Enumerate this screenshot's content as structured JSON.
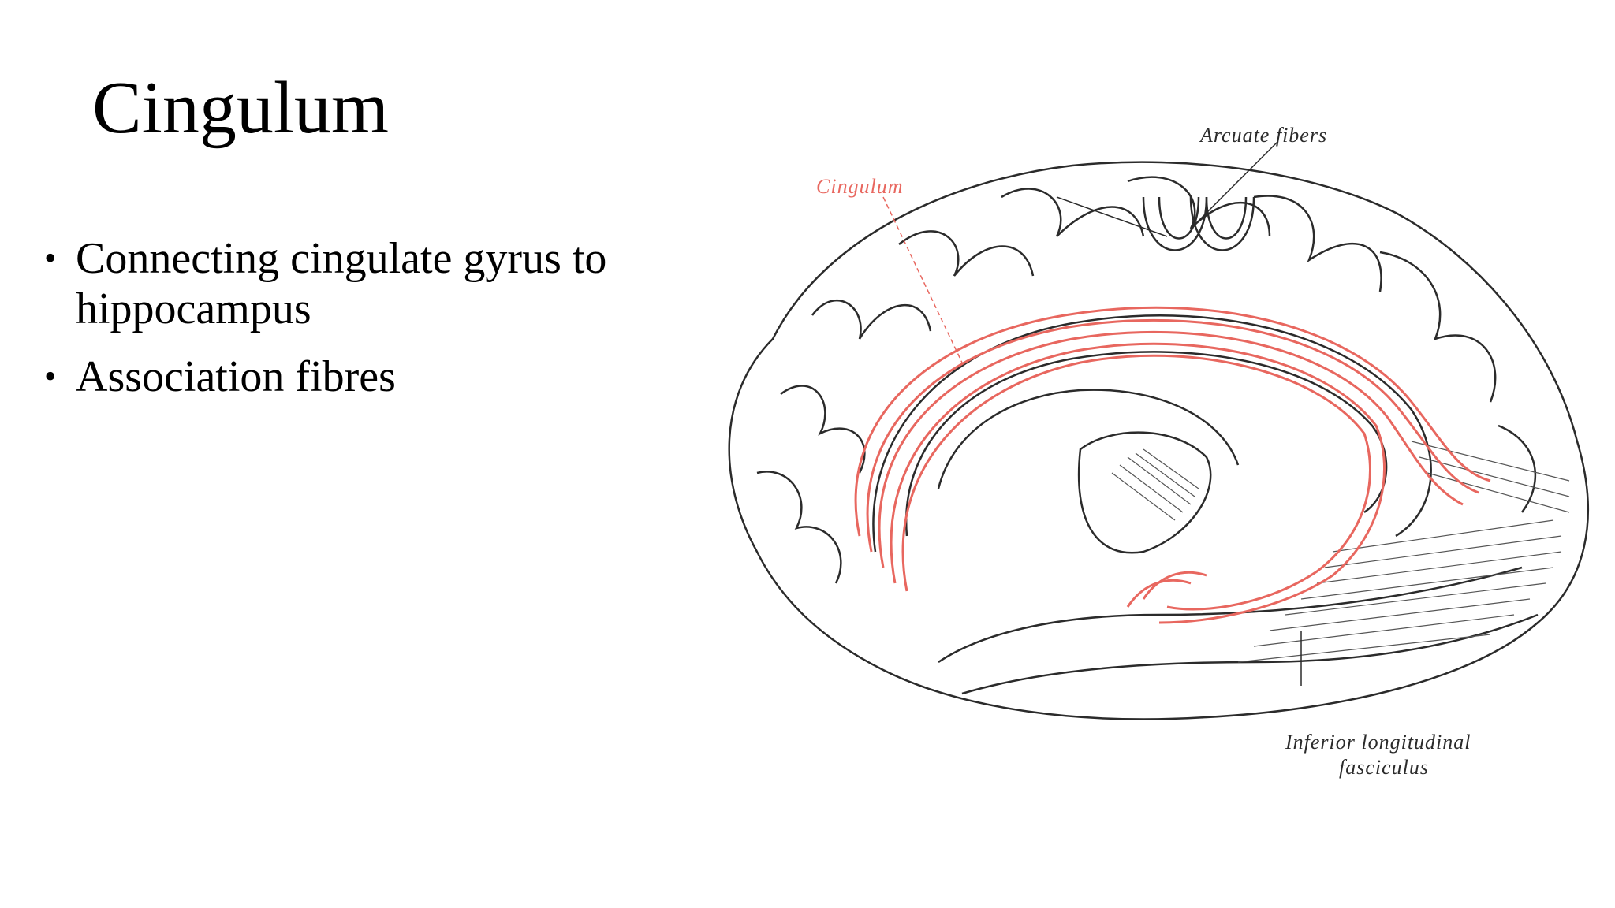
{
  "slide": {
    "title": "Cingulum",
    "bullets": [
      "Connecting cingulate gyrus to hippocampus",
      "Association fibres"
    ],
    "bullet_mark": "•"
  },
  "figure": {
    "labels": {
      "cingulum": "Cingulum",
      "arcuate": "Arcuate fibers",
      "inferior_line1": "Inferior longitudinal",
      "inferior_line2": "fasciculus"
    },
    "colors": {
      "cingulum_fibers": "#e8675f",
      "outline": "#2b2b2b",
      "shading": "#555555"
    }
  }
}
